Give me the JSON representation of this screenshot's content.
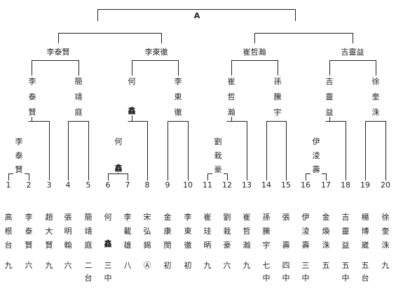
{
  "root_label": "A",
  "section_labels": [
    "李泰賢",
    "李東徹",
    "崔哲瀚",
    "吉靈益"
  ],
  "semifinalists": [
    [
      "李",
      "泰",
      "賢"
    ],
    [
      "簡",
      "靖",
      "庭"
    ],
    [
      "何",
      "",
      "鑫"
    ],
    [
      "李",
      "東",
      "徹"
    ],
    [
      "崔",
      "哲",
      "瀚"
    ],
    [
      "孫",
      "騰",
      "宇"
    ],
    [
      "吉",
      "靈",
      "益"
    ],
    [
      "徐",
      "奎",
      "洙"
    ]
  ],
  "quarter_labels": [
    [
      "李",
      "泰",
      "賢"
    ],
    [
      "何",
      "",
      "鑫"
    ],
    [
      "劉",
      "栽",
      "豪"
    ],
    [
      "伊",
      "淩",
      "壽"
    ]
  ],
  "entrants": [
    {
      "no": "1",
      "name": [
        "高",
        "根",
        "台"
      ],
      "result": [
        "九"
      ]
    },
    {
      "no": "2",
      "name": [
        "李",
        "泰",
        "賢"
      ],
      "result": [
        "六"
      ]
    },
    {
      "no": "3",
      "name": [
        "趙",
        "大",
        "賢"
      ],
      "result": [
        "九"
      ]
    },
    {
      "no": "4",
      "name": [
        "張",
        "明",
        "翰"
      ],
      "result": [
        "六"
      ]
    },
    {
      "no": "5",
      "name": [
        "簡",
        "靖",
        "庭"
      ],
      "result": [
        "二",
        "台"
      ]
    },
    {
      "no": "6",
      "name": [
        "何",
        "",
        "鑫"
      ],
      "result": [
        "三",
        "中"
      ]
    },
    {
      "no": "7",
      "name": [
        "李",
        "載",
        "雄"
      ],
      "result": [
        "八"
      ]
    },
    {
      "no": "8",
      "name": [
        "宋",
        "弘",
        "錫"
      ],
      "result": [
        "Ⓐ"
      ]
    },
    {
      "no": "9",
      "name": [
        "金",
        "康",
        "閔"
      ],
      "result": [
        "初"
      ]
    },
    {
      "no": "10",
      "name": [
        "李",
        "東",
        "徹"
      ],
      "result": [
        "初"
      ]
    },
    {
      "no": "11",
      "name": [
        "崔",
        "珪",
        "昞"
      ],
      "result": [
        "九"
      ]
    },
    {
      "no": "12",
      "name": [
        "劉",
        "栽",
        "豪"
      ],
      "result": [
        "六"
      ]
    },
    {
      "no": "13",
      "name": [
        "崔",
        "哲",
        "瀚"
      ],
      "result": [
        "九"
      ]
    },
    {
      "no": "14",
      "name": [
        "孫",
        "騰",
        "宇"
      ],
      "result": [
        "七",
        "中"
      ]
    },
    {
      "no": "15",
      "name": [
        "張",
        "",
        "壽"
      ],
      "result": [
        "四",
        "中"
      ]
    },
    {
      "no": "16",
      "name": [
        "伊",
        "淩",
        "壽"
      ],
      "result": [
        "三",
        "中"
      ]
    },
    {
      "no": "17",
      "name": [
        "金",
        "煥",
        "洙"
      ],
      "result": [
        "五"
      ]
    },
    {
      "no": "18",
      "name": [
        "吉",
        "靈",
        "益"
      ],
      "result": [
        "五",
        "中"
      ]
    },
    {
      "no": "19",
      "name": [
        "楊",
        "博",
        "崴"
      ],
      "result": [
        "五",
        "台"
      ]
    },
    {
      "no": "20",
      "name": [
        "徐",
        "奎",
        "洙"
      ],
      "result": [
        "九"
      ]
    }
  ]
}
